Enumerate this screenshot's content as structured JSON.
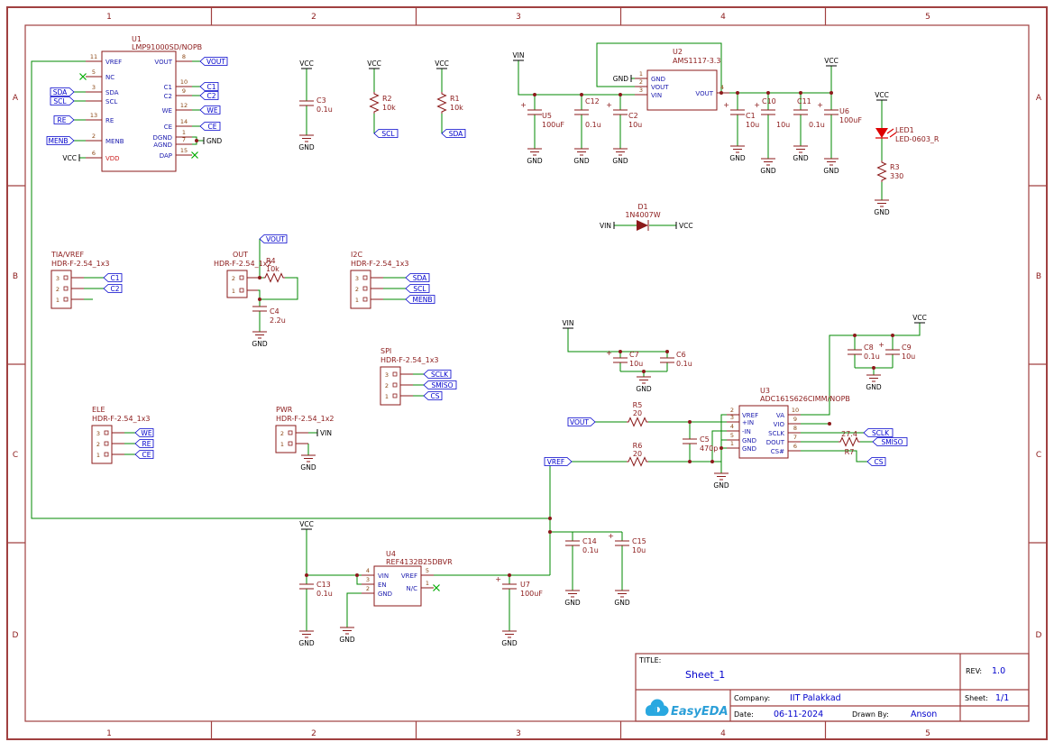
{
  "colors": {
    "wire": "#008800",
    "symbol": "#8b1a1a",
    "net_label": "#0000cc",
    "pin_number": "#8b4513",
    "pin_name": "#1a1aae",
    "frame": "#a04040",
    "nc_mark": "#00aa00",
    "led": "#dd0000",
    "logo": "#2b9fd8"
  },
  "frame": {
    "cols": [
      "1",
      "2",
      "3",
      "4",
      "5"
    ],
    "rows": [
      "A",
      "B",
      "C",
      "D"
    ]
  },
  "nets": {
    "vcc": "VCC",
    "gnd": "GND",
    "vin": "VIN"
  },
  "u1": {
    "ref": "U1",
    "value": "LMP91000SD/NOPB",
    "pins_left": [
      {
        "num": "11",
        "name": "VREF"
      },
      {
        "num": "5",
        "name": "NC"
      },
      {
        "num": "3",
        "name": "SDA",
        "flag": "SDA"
      },
      {
        "num": "",
        "name": "SCL",
        "flag": "SCL"
      },
      {
        "num": "13",
        "name": "RE",
        "flag": "RE"
      },
      {
        "num": "2",
        "name": "MENB",
        "flag": "MENB"
      },
      {
        "num": "6",
        "name": "VDD"
      }
    ],
    "pins_right": [
      {
        "num": "8",
        "name": "VOUT",
        "flag": "VOUT"
      },
      {
        "num": "10",
        "name": "C1",
        "flag": "C1"
      },
      {
        "num": "9",
        "name": "C2",
        "flag": "C2"
      },
      {
        "num": "12",
        "name": "WE",
        "flag": "WE"
      },
      {
        "num": "14",
        "name": "CE",
        "flag": "CE"
      },
      {
        "num": "1",
        "name": "DGND"
      },
      {
        "num": "7",
        "name": "AGND"
      },
      {
        "num": "15",
        "name": "DAP"
      }
    ]
  },
  "c3": {
    "ref": "C3",
    "value": "0.1u"
  },
  "r2": {
    "ref": "R2",
    "value": "10k",
    "net": "SCL"
  },
  "r1": {
    "ref": "R1",
    "value": "10k",
    "net": "SDA"
  },
  "u5": {
    "ref": "U5",
    "value": "100uF"
  },
  "c12": {
    "ref": "C12",
    "value": "0.1u"
  },
  "c2p": {
    "ref": "C2",
    "value": "10u"
  },
  "u2": {
    "ref": "U2",
    "value": "AMS1117-3.3",
    "pins_left": [
      {
        "num": "1",
        "name": "GND"
      },
      {
        "num": "2",
        "name": "VOUT"
      },
      {
        "num": "3",
        "name": "VIN"
      }
    ],
    "pin_out": {
      "num": "4",
      "name": "VOUT"
    }
  },
  "c1p": {
    "ref": "C1",
    "value": "10u"
  },
  "c10": {
    "ref": "C10",
    "value": "10u"
  },
  "c11": {
    "ref": "C11",
    "value": "0.1u"
  },
  "u6": {
    "ref": "U6",
    "value": "100uF"
  },
  "led1": {
    "ref": "LED1",
    "value": "LED-0603_R"
  },
  "r3": {
    "ref": "R3",
    "value": "330"
  },
  "d1": {
    "ref": "D1",
    "value": "1N4007W"
  },
  "hdr_tia": {
    "ref": "TIA/VREF",
    "value": "HDR-F-2.54_1x3",
    "pins": [
      "3",
      "2",
      "1"
    ],
    "flags": [
      "C1",
      "C2"
    ]
  },
  "hdr_out": {
    "ref": "OUT",
    "value": "HDR-F-2.54_1x2",
    "pins": [
      "2",
      "1"
    ],
    "flag": "VOUT"
  },
  "r4": {
    "ref": "R4",
    "value": "10k"
  },
  "c4": {
    "ref": "C4",
    "value": "2.2u"
  },
  "hdr_i2c": {
    "ref": "I2C",
    "value": "HDR-F-2.54_1x3",
    "pins": [
      "3",
      "2",
      "1"
    ],
    "flags": [
      "SDA",
      "SCL",
      "MENB"
    ]
  },
  "hdr_spi": {
    "ref": "SPI",
    "value": "HDR-F-2.54_1x3",
    "pins": [
      "3",
      "2",
      "1"
    ],
    "flags": [
      "SCLK",
      "SMISO",
      "CS"
    ]
  },
  "hdr_ele": {
    "ref": "ELE",
    "value": "HDR-F-2.54_1x3",
    "pins": [
      "3",
      "2",
      "1"
    ],
    "flags": [
      "WE",
      "RE",
      "CE"
    ]
  },
  "hdr_pwr": {
    "ref": "PWR",
    "value": "HDR-F-2.54_1x2",
    "pins": [
      "2",
      "1"
    ]
  },
  "c7": {
    "ref": "C7",
    "value": "10u"
  },
  "c6": {
    "ref": "C6",
    "value": "0.1u"
  },
  "r5": {
    "ref": "R5",
    "value": "20"
  },
  "r6": {
    "ref": "R6",
    "value": "20"
  },
  "c5": {
    "ref": "C5",
    "value": "470p"
  },
  "u3": {
    "ref": "U3",
    "value": "ADC161S626CIMM/NOPB",
    "pins_left": [
      {
        "num": "2",
        "name": "VREF"
      },
      {
        "num": "3",
        "name": "+IN"
      },
      {
        "num": "4",
        "name": "-IN"
      },
      {
        "num": "5",
        "name": "GND"
      },
      {
        "num": "1",
        "name": "GND"
      }
    ],
    "pins_right": [
      {
        "num": "10",
        "name": "VA"
      },
      {
        "num": "9",
        "name": "VIO"
      },
      {
        "num": "8",
        "name": "SCLK"
      },
      {
        "num": "7",
        "name": "DOUT"
      },
      {
        "num": "6",
        "name": "CS#"
      }
    ]
  },
  "flags_adc": {
    "vout": "VOUT",
    "vref": "VREF",
    "sclk": "SCLK",
    "smiso": "SMISO",
    "cs": "CS"
  },
  "r7": {
    "ref": "R7",
    "value": "27.4"
  },
  "c8": {
    "ref": "C8",
    "value": "0.1u"
  },
  "c9": {
    "ref": "C9",
    "value": "10u"
  },
  "c13": {
    "ref": "C13",
    "value": "0.1u"
  },
  "u4": {
    "ref": "U4",
    "value": "REF4132B25DBVR",
    "pins_left": [
      {
        "num": "4",
        "name": "VIN"
      },
      {
        "num": "3",
        "name": "EN"
      },
      {
        "num": "2",
        "name": "GND"
      }
    ],
    "pins_right": [
      {
        "num": "5",
        "name": "VREF"
      },
      {
        "num": "1",
        "name": "N/C"
      }
    ]
  },
  "u7": {
    "ref": "U7",
    "value": "100uF"
  },
  "c14": {
    "ref": "C14",
    "value": "0.1u"
  },
  "c15": {
    "ref": "C15",
    "value": "10u"
  },
  "title_block": {
    "title_label": "TITLE:",
    "title": "Sheet_1",
    "rev_label": "REV:",
    "rev": "1.0",
    "company_label": "Company:",
    "company": "IIT Palakkad",
    "sheet_label": "Sheet:",
    "sheet": "1/1",
    "date_label": "Date:",
    "date": "06-11-2024",
    "drawn_label": "Drawn By:",
    "drawn_by": "Anson",
    "logo_text": "EasyEDA"
  }
}
